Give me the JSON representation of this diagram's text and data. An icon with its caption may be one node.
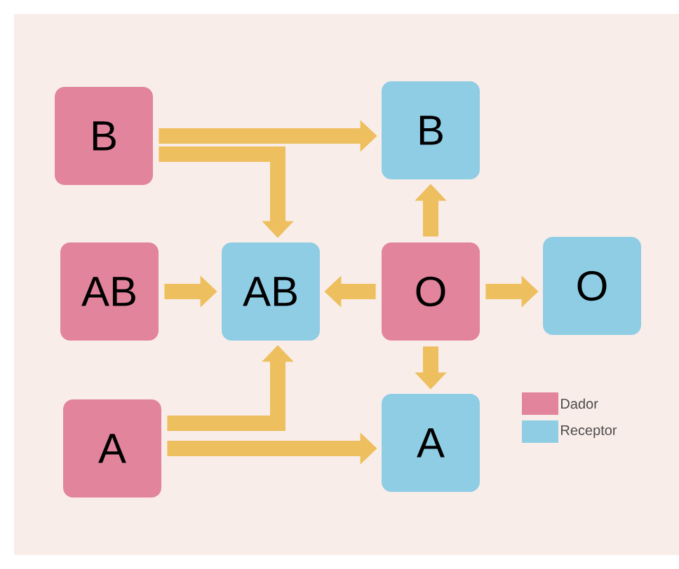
{
  "diagram": {
    "nodes": [
      {
        "text": [
          "B"
        ]
      },
      {
        "text": [
          "B"
        ]
      },
      {
        "text": [
          "AB"
        ]
      },
      {
        "text": [
          "AB"
        ]
      },
      {
        "text": [
          "O"
        ]
      },
      {
        "text": [
          "O"
        ]
      },
      {
        "text": [
          "A"
        ]
      },
      {
        "text": [
          "A"
        ]
      }
    ],
    "edges": [
      {
        "from": 0,
        "to": 1,
        "arrow": "to"
      },
      {
        "from": 0,
        "to": 3,
        "arrow": "to"
      },
      {
        "from": 2,
        "to": 3,
        "arrow": "to"
      },
      {
        "from": 4,
        "to": 3,
        "arrow": "to"
      },
      {
        "from": 4,
        "to": 1,
        "arrow": "to"
      },
      {
        "from": 4,
        "to": 5,
        "arrow": "to"
      },
      {
        "from": 4,
        "to": 7,
        "arrow": "to"
      },
      {
        "from": 6,
        "to": 3,
        "arrow": "to"
      },
      {
        "from": 6,
        "to": 7,
        "arrow": "to"
      }
    ],
    "legend": [
      {
        "text": "Dador",
        "color": "#e2849c"
      },
      {
        "text": "Receptor",
        "color": "#8fcde5"
      }
    ]
  }
}
